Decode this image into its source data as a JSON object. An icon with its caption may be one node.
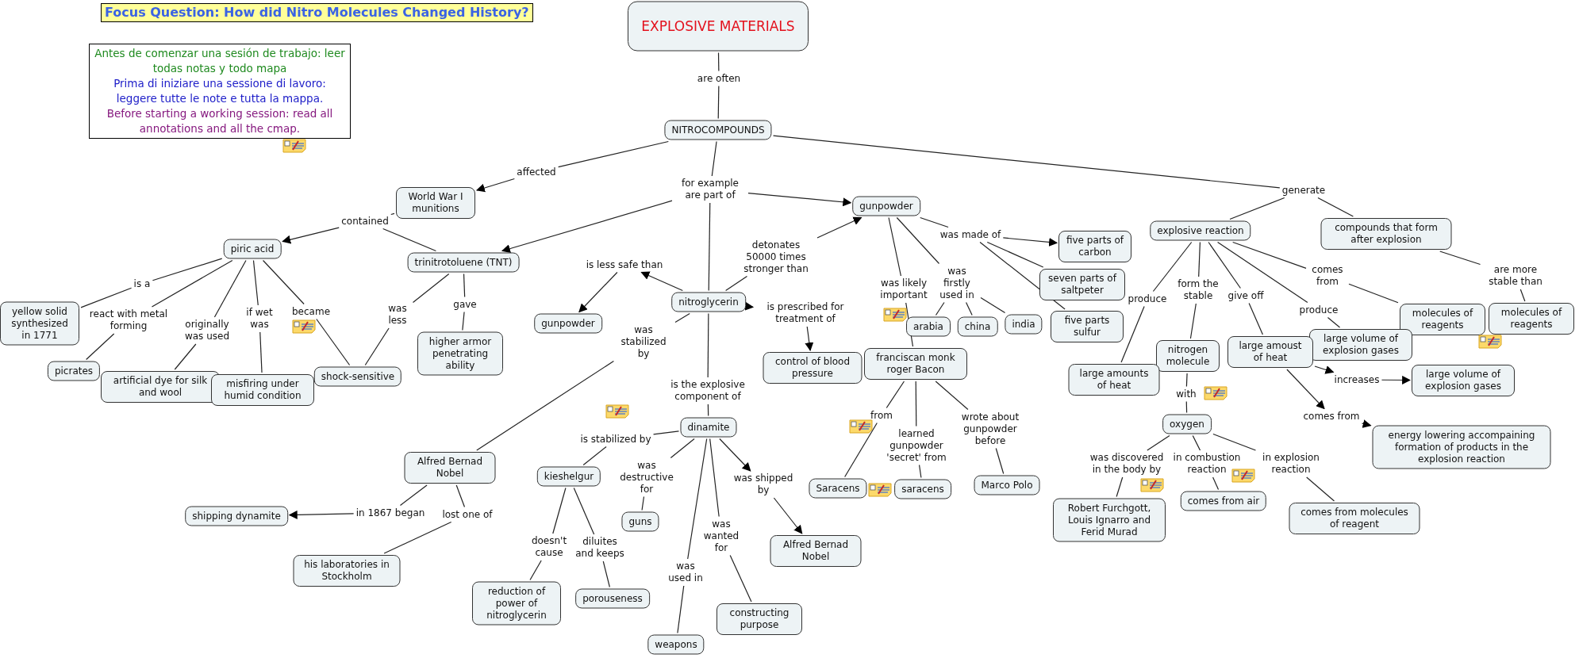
{
  "diagram": {
    "title": "Focus Question: How did Nitro Molecules Changed History?",
    "nodes": [
      {
        "text": [
          "Antes de comenzar una sesión de trabajo: leer todas notas y todo mapa",
          "Prima di iniziare una sessione di lavoro: leggere tutte le note e tutta la mappa.",
          "Before starting a working session: read all annotations and all the cmap."
        ]
      },
      {
        "text": [
          "EXPLOSIVE MATERIALS"
        ]
      },
      {
        "text": [
          "are often"
        ]
      },
      {
        "text": [
          "NITROCOMPOUNDS"
        ]
      },
      {
        "text": [
          "affected"
        ]
      },
      {
        "text": [
          "World War I munitions"
        ]
      },
      {
        "text": [
          "for example are part of"
        ]
      },
      {
        "text": [
          "generate"
        ]
      },
      {
        "text": [
          "contained"
        ]
      },
      {
        "text": [
          "piric acid"
        ]
      },
      {
        "text": [
          "trinitrotoluene (TNT)"
        ]
      },
      {
        "text": [
          "gunpowder"
        ]
      },
      {
        "text": [
          "explosive reaction"
        ]
      },
      {
        "text": [
          "compounds that form after explosion"
        ]
      },
      {
        "text": [
          "was made of"
        ]
      },
      {
        "text": [
          "five parts of carbon"
        ]
      },
      {
        "text": [
          "is a"
        ]
      },
      {
        "text": [
          "react with metal forming"
        ]
      },
      {
        "text": [
          "originally was used"
        ]
      },
      {
        "text": [
          "if wet was"
        ]
      },
      {
        "text": [
          "became"
        ]
      },
      {
        "text": [
          "was less"
        ]
      },
      {
        "text": [
          "gave"
        ]
      },
      {
        "text": [
          "is less safe than"
        ]
      },
      {
        "text": [
          "detonates 50000 times stronger than"
        ]
      },
      {
        "text": [
          "nitroglycerin"
        ]
      },
      {
        "text": [
          "is prescribed for treatment of"
        ]
      },
      {
        "text": [
          "seven parts of saltpeter"
        ]
      },
      {
        "text": [
          "was likely important"
        ]
      },
      {
        "text": [
          "was firstly used in"
        ]
      },
      {
        "text": [
          "produce"
        ]
      },
      {
        "text": [
          "form the stable"
        ]
      },
      {
        "text": [
          "give off"
        ]
      },
      {
        "text": [
          "comes from"
        ]
      },
      {
        "text": [
          "are more stable than"
        ]
      },
      {
        "text": [
          "yellow solid synthesized in 1771"
        ]
      },
      {
        "text": [
          "picrates"
        ]
      },
      {
        "text": [
          "artificial dye for silk and wool"
        ]
      },
      {
        "text": [
          "misfiring under humid condition"
        ]
      },
      {
        "text": [
          "shock-sensitive"
        ]
      },
      {
        "text": [
          "higher armor penetrating ability"
        ]
      },
      {
        "text": [
          "gunpowder"
        ]
      },
      {
        "text": [
          "was stabilized by"
        ]
      },
      {
        "text": [
          "control of blood pressure"
        ]
      },
      {
        "text": [
          "arabia"
        ]
      },
      {
        "text": [
          "china"
        ]
      },
      {
        "text": [
          "india"
        ]
      },
      {
        "text": [
          "five parts sulfur"
        ]
      },
      {
        "text": [
          "molecules of reagents"
        ]
      },
      {
        "text": [
          "molecules of reagents"
        ]
      },
      {
        "text": [
          "large volume of explosion gases"
        ]
      },
      {
        "text": [
          "produce"
        ]
      },
      {
        "text": [
          "franciscan monk roger Bacon"
        ]
      },
      {
        "text": [
          "nitrogen molecule"
        ]
      },
      {
        "text": [
          "large amoust of heat"
        ]
      },
      {
        "text": [
          "large amounts of heat"
        ]
      },
      {
        "text": [
          "is the explosive component of"
        ]
      },
      {
        "text": [
          "is stabilized by"
        ]
      },
      {
        "text": [
          "dinamite"
        ]
      },
      {
        "text": [
          "increases"
        ]
      },
      {
        "text": [
          "large volume of explosion gases"
        ]
      },
      {
        "text": [
          "with"
        ]
      },
      {
        "text": [
          "from"
        ]
      },
      {
        "text": [
          "learned gunpowder 'secret' from"
        ]
      },
      {
        "text": [
          "wrote about gunpowder before"
        ]
      },
      {
        "text": [
          "oxygen"
        ]
      },
      {
        "text": [
          "comes from"
        ]
      },
      {
        "text": [
          "energy lowering accompaining formation of products in the explosion reaction"
        ]
      },
      {
        "text": [
          "Alfred Bernad Nobel"
        ]
      },
      {
        "text": [
          "kieshelgur"
        ]
      },
      {
        "text": [
          "was destructive for"
        ]
      },
      {
        "text": [
          "was shipped by"
        ]
      },
      {
        "text": [
          "was discovered in the body by"
        ]
      },
      {
        "text": [
          "in combustion reaction"
        ]
      },
      {
        "text": [
          "in explosion reaction"
        ]
      },
      {
        "text": [
          "Saracens"
        ]
      },
      {
        "text": [
          "saracens"
        ]
      },
      {
        "text": [
          "Marco Polo"
        ]
      },
      {
        "text": [
          "guns"
        ]
      },
      {
        "text": [
          "in 1867 began"
        ]
      },
      {
        "text": [
          "lost one of"
        ]
      },
      {
        "text": [
          "shipping dynamite"
        ]
      },
      {
        "text": [
          "doesn't cause"
        ]
      },
      {
        "text": [
          "diluites and keeps"
        ]
      },
      {
        "text": [
          "Alfred Bernad Nobel"
        ]
      },
      {
        "text": [
          "was wanted for"
        ]
      },
      {
        "text": [
          "was used in"
        ]
      },
      {
        "text": [
          "his laboratories in Stockholm"
        ]
      },
      {
        "text": [
          "Robert Furchgott, Louis Ignarro and Ferid Murad"
        ]
      },
      {
        "text": [
          "comes from air"
        ]
      },
      {
        "text": [
          "comes from molecules of reagent"
        ]
      },
      {
        "text": [
          "reduction of power of nitroglycerin"
        ]
      },
      {
        "text": [
          "porouseness"
        ]
      },
      {
        "text": [
          "constructing purpose"
        ]
      },
      {
        "text": [
          "weapons"
        ]
      }
    ],
    "edges": [
      {
        "from": 1,
        "to": 2,
        "arrow": "none"
      },
      {
        "from": 2,
        "to": 3,
        "arrow": "none"
      },
      {
        "from": 3,
        "to": 4,
        "arrow": "none"
      },
      {
        "from": 4,
        "to": 5,
        "arrow": "to"
      },
      {
        "from": 5,
        "to": 8,
        "arrow": "none"
      },
      {
        "from": 8,
        "to": 9,
        "arrow": "to"
      },
      {
        "from": 8,
        "to": 10,
        "arrow": "none"
      },
      {
        "from": 3,
        "to": 6,
        "arrow": "none"
      },
      {
        "from": 6,
        "to": 10,
        "arrow": "to"
      },
      {
        "from": 6,
        "to": 11,
        "arrow": "to"
      },
      {
        "from": 6,
        "to": 25,
        "arrow": "none"
      },
      {
        "from": 3,
        "to": 7,
        "arrow": "none"
      },
      {
        "from": 7,
        "to": 12,
        "arrow": "none"
      },
      {
        "from": 7,
        "to": 13,
        "arrow": "none"
      },
      {
        "from": 9,
        "to": 16,
        "arrow": "none"
      },
      {
        "from": 16,
        "to": 35,
        "arrow": "none"
      },
      {
        "from": 9,
        "to": 17,
        "arrow": "none"
      },
      {
        "from": 17,
        "to": 36,
        "arrow": "none"
      },
      {
        "from": 9,
        "to": 18,
        "arrow": "none"
      },
      {
        "from": 18,
        "to": 37,
        "arrow": "none"
      },
      {
        "from": 9,
        "to": 19,
        "arrow": "none"
      },
      {
        "from": 19,
        "to": 38,
        "arrow": "none"
      },
      {
        "from": 9,
        "to": 20,
        "arrow": "none"
      },
      {
        "from": 20,
        "to": 39,
        "arrow": "none"
      },
      {
        "from": 10,
        "to": 21,
        "arrow": "none"
      },
      {
        "from": 21,
        "to": 39,
        "arrow": "none"
      },
      {
        "from": 10,
        "to": 22,
        "arrow": "none"
      },
      {
        "from": 22,
        "to": 40,
        "arrow": "none"
      },
      {
        "from": 25,
        "to": 23,
        "arrow": "to"
      },
      {
        "from": 23,
        "to": 41,
        "arrow": "to"
      },
      {
        "from": 25,
        "to": 24,
        "arrow": "none"
      },
      {
        "from": 24,
        "to": 11,
        "arrow": "to"
      },
      {
        "from": 25,
        "to": 26,
        "arrow": "to"
      },
      {
        "from": 26,
        "to": 43,
        "arrow": "to"
      },
      {
        "from": 25,
        "to": 42,
        "arrow": "none"
      },
      {
        "from": 42,
        "to": 68,
        "arrow": "none"
      },
      {
        "from": 25,
        "to": 56,
        "arrow": "none"
      },
      {
        "from": 56,
        "to": 58,
        "arrow": "none"
      },
      {
        "from": 68,
        "to": 79,
        "arrow": "none"
      },
      {
        "from": 79,
        "to": 81,
        "arrow": "to"
      },
      {
        "from": 68,
        "to": 80,
        "arrow": "none"
      },
      {
        "from": 80,
        "to": 87,
        "arrow": "none"
      },
      {
        "from": 58,
        "to": 57,
        "arrow": "none"
      },
      {
        "from": 57,
        "to": 69,
        "arrow": "none"
      },
      {
        "from": 58,
        "to": 70,
        "arrow": "none"
      },
      {
        "from": 70,
        "to": 78,
        "arrow": "none"
      },
      {
        "from": 58,
        "to": 86,
        "arrow": "none"
      },
      {
        "from": 86,
        "to": 94,
        "arrow": "none"
      },
      {
        "from": 58,
        "to": 85,
        "arrow": "none"
      },
      {
        "from": 85,
        "to": 93,
        "arrow": "none"
      },
      {
        "from": 58,
        "to": 71,
        "arrow": "to"
      },
      {
        "from": 71,
        "to": 84,
        "arrow": "to"
      },
      {
        "from": 69,
        "to": 82,
        "arrow": "none"
      },
      {
        "from": 82,
        "to": 91,
        "arrow": "none"
      },
      {
        "from": 69,
        "to": 83,
        "arrow": "none"
      },
      {
        "from": 83,
        "to": 92,
        "arrow": "none"
      },
      {
        "from": 11,
        "to": 28,
        "arrow": "none"
      },
      {
        "from": 28,
        "to": 52,
        "arrow": "none"
      },
      {
        "from": 11,
        "to": 29,
        "arrow": "none"
      },
      {
        "from": 29,
        "to": 44,
        "arrow": "none"
      },
      {
        "from": 29,
        "to": 45,
        "arrow": "none"
      },
      {
        "from": 29,
        "to": 46,
        "arrow": "none"
      },
      {
        "from": 11,
        "to": 14,
        "arrow": "none"
      },
      {
        "from": 14,
        "to": 15,
        "arrow": "to"
      },
      {
        "from": 14,
        "to": 27,
        "arrow": "none"
      },
      {
        "from": 14,
        "to": 47,
        "arrow": "none"
      },
      {
        "from": 52,
        "to": 62,
        "arrow": "none"
      },
      {
        "from": 62,
        "to": 75,
        "arrow": "none"
      },
      {
        "from": 52,
        "to": 63,
        "arrow": "none"
      },
      {
        "from": 63,
        "to": 76,
        "arrow": "none"
      },
      {
        "from": 52,
        "to": 64,
        "arrow": "none"
      },
      {
        "from": 64,
        "to": 77,
        "arrow": "none"
      },
      {
        "from": 12,
        "to": 30,
        "arrow": "none"
      },
      {
        "from": 30,
        "to": 55,
        "arrow": "none"
      },
      {
        "from": 12,
        "to": 31,
        "arrow": "none"
      },
      {
        "from": 31,
        "to": 53,
        "arrow": "none"
      },
      {
        "from": 12,
        "to": 32,
        "arrow": "none"
      },
      {
        "from": 32,
        "to": 54,
        "arrow": "none"
      },
      {
        "from": 12,
        "to": 51,
        "arrow": "none"
      },
      {
        "from": 51,
        "to": 50,
        "arrow": "none"
      },
      {
        "from": 12,
        "to": 33,
        "arrow": "none"
      },
      {
        "from": 33,
        "to": 48,
        "arrow": "none"
      },
      {
        "from": 13,
        "to": 34,
        "arrow": "none"
      },
      {
        "from": 34,
        "to": 49,
        "arrow": "none"
      },
      {
        "from": 53,
        "to": 61,
        "arrow": "none"
      },
      {
        "from": 61,
        "to": 65,
        "arrow": "none"
      },
      {
        "from": 54,
        "to": 59,
        "arrow": "to"
      },
      {
        "from": 59,
        "to": 60,
        "arrow": "to"
      },
      {
        "from": 54,
        "to": 66,
        "arrow": "to"
      },
      {
        "from": 66,
        "to": 67,
        "arrow": "to"
      },
      {
        "from": 65,
        "to": 72,
        "arrow": "none"
      },
      {
        "from": 72,
        "to": 88,
        "arrow": "none"
      },
      {
        "from": 65,
        "to": 73,
        "arrow": "none"
      },
      {
        "from": 73,
        "to": 89,
        "arrow": "none"
      },
      {
        "from": 65,
        "to": 74,
        "arrow": "none"
      },
      {
        "from": 74,
        "to": 90,
        "arrow": "none"
      }
    ]
  }
}
